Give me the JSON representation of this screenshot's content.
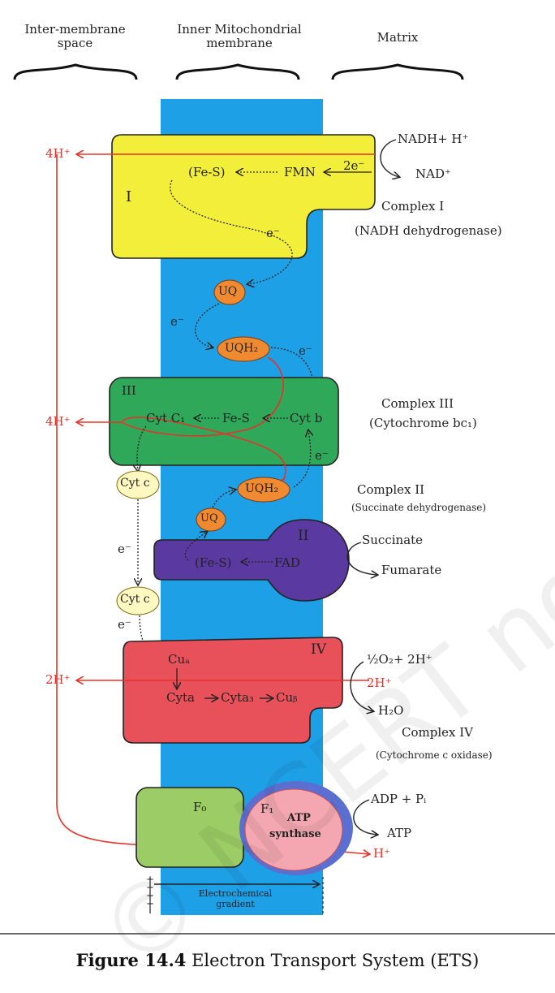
{
  "headers": {
    "intermembrane": "Inter-membrane space",
    "inner_membrane": "Inner Mitochondrial membrane",
    "matrix": "Matrix"
  },
  "complex1": {
    "roman": "I",
    "fes": "(Fe-S)",
    "fmn": "FMN",
    "two_e": "2e⁻",
    "e": "e⁻",
    "nadh": "NADH+ H⁺",
    "nad": "NAD⁺",
    "proton_out": "4H⁺",
    "name": "Complex I",
    "desc": "(NADH dehydrogenase)"
  },
  "carriers": {
    "uq": "UQ",
    "uqh2": "UQH₂",
    "e": "e⁻",
    "cytc": "Cyt c"
  },
  "complex3": {
    "roman": "III",
    "cytc1": "Cyt C₁",
    "fes": "Fe-S",
    "cytb": "Cyt b",
    "proton_out": "4H⁺",
    "name": "Complex III",
    "desc": "(Cytochrome bc₁)"
  },
  "complex2": {
    "roman": "II",
    "fes": "(Fe-S)",
    "fad": "FAD",
    "succinate": "Succinate",
    "fumarate": "Fumarate",
    "name": "Complex II",
    "desc": "(Succinate dehydrogenase)"
  },
  "complex4": {
    "roman": "IV",
    "cua": "Cuₐ",
    "cyta": "Cyta",
    "cyta3": "Cyta₃",
    "cub": "Cuᵦ",
    "oxygen": "½O₂+ 2H⁺",
    "h2o": "H₂O",
    "proton_in": "2H⁺",
    "proton_out": "2H⁺",
    "name": "Complex IV",
    "desc": "(Cytochrome c oxidase)"
  },
  "atp": {
    "fo": "F₀",
    "f1": "F₁",
    "synthase_1": "ATP",
    "synthase_2": "synthase",
    "adp": "ADP + Pᵢ",
    "atp": "ATP",
    "h": "H⁺",
    "gradient": "Electrochemical gradient",
    "plus_signs": "+ + + +"
  },
  "caption": {
    "label": "Figure 14.4",
    "text": "Electron Transport System (ETS)"
  },
  "watermark": "© NCERT not to be republished",
  "colors": {
    "membrane": "#1ea0e6",
    "complex1": "#f2ee3a",
    "complex3": "#2fa85a",
    "complex2": "#5a3aa0",
    "complex4": "#e8505a",
    "fo": "#9ccc65",
    "f1": "#f4a7b0",
    "carrier": "#f08a30",
    "cytc": "#fff8c0",
    "proton": "#e5332a"
  }
}
